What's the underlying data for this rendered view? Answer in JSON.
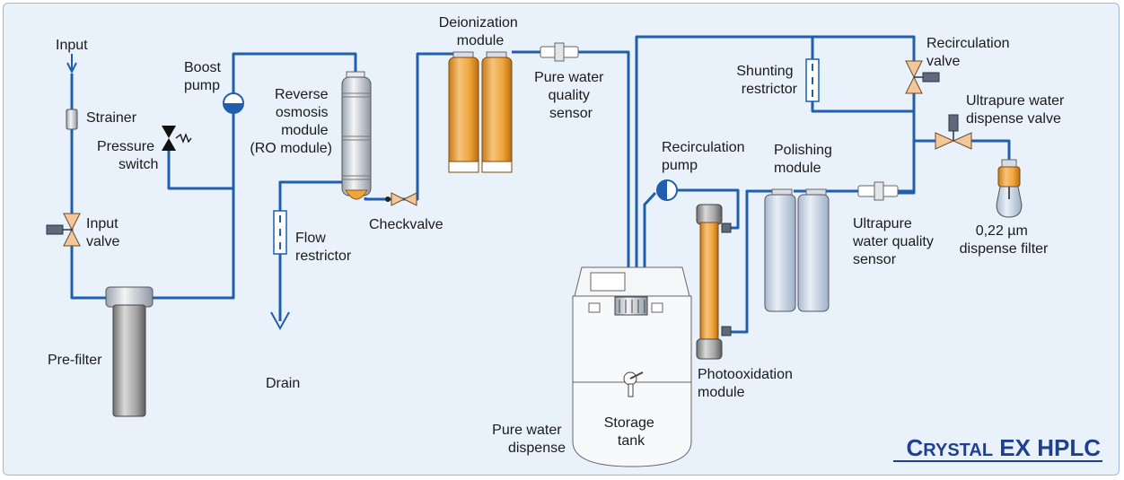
{
  "labels": {
    "input": "Input",
    "strainer": "Strainer",
    "pressure_switch": [
      "Pressure",
      "switch"
    ],
    "input_valve": [
      "Input",
      "valve"
    ],
    "prefilter": "Pre-filter",
    "boost_pump": [
      "Boost",
      "pump"
    ],
    "ro_module": [
      "Reverse",
      "osmosis",
      "module",
      "(RO module)"
    ],
    "flow_restrictor": [
      "Flow",
      "restrictor"
    ],
    "drain": "Drain",
    "checkvalve": "Checkvalve",
    "deionization_module": [
      "Deionization",
      "module"
    ],
    "pure_water_sensor": [
      "Pure water",
      "quality",
      "sensor"
    ],
    "shunting_restrictor": [
      "Shunting",
      "restrictor"
    ],
    "recirculation_valve": [
      "Recirculation",
      "valve"
    ],
    "ultrapure_dispense_valve": [
      "Ultrapure water",
      "dispense valve"
    ],
    "recirculation_pump": [
      "Recirculation",
      "pump"
    ],
    "polishing_module": [
      "Polishing",
      "module"
    ],
    "ultrapure_sensor": [
      "Ultrapure",
      "water quality",
      "sensor"
    ],
    "dispense_filter": [
      "0,22 µm",
      "dispense filter"
    ],
    "photooxidation_module": [
      "Photooxidation",
      "module"
    ],
    "pure_water_dispense": [
      "Pure water",
      "dispense"
    ],
    "storage_tank": [
      "Storage",
      "tank"
    ]
  },
  "brand": {
    "first": "C",
    "small": "RYSTAL",
    "rest": " EX HPLC"
  },
  "colors": {
    "background": "#e9f1fa",
    "pipe": "#1f5fae",
    "module_orange": "#f0a53a",
    "module_blue": "#c9d6e6",
    "valve": "#f4c79a",
    "brand": "#1f3f8f"
  }
}
